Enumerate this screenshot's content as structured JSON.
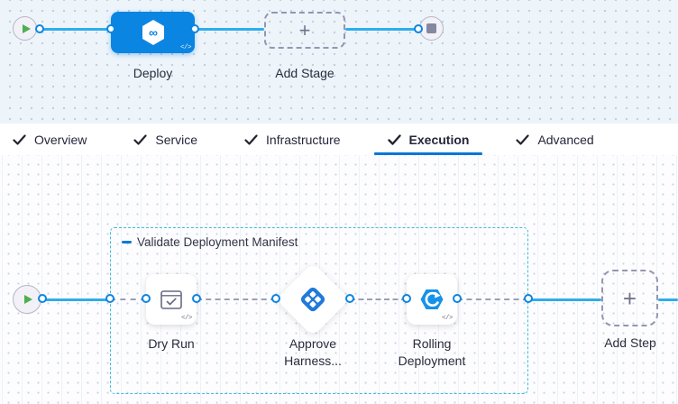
{
  "stage_flow": {
    "deploy": {
      "label": "Deploy",
      "icon": "harness-cd-infinity",
      "code_badge": "</>"
    },
    "add_stage": {
      "label": "Add Stage",
      "plus": "+"
    },
    "start_icon": "play-icon",
    "end_icon": "stop-icon"
  },
  "tabs": {
    "items": [
      {
        "label": "Overview",
        "checked": true,
        "active": false
      },
      {
        "label": "Service",
        "checked": true,
        "active": false
      },
      {
        "label": "Infrastructure",
        "checked": true,
        "active": false
      },
      {
        "label": "Execution",
        "checked": true,
        "active": true
      },
      {
        "label": "Advanced",
        "checked": true,
        "active": false
      }
    ]
  },
  "execution_flow": {
    "group": {
      "title": "Validate Deployment Manifest",
      "collapse_icon": "minus-dash"
    },
    "steps": [
      {
        "label": "Dry Run",
        "icon": "dry-run-check-window",
        "shape": "card",
        "code_badge": "</>"
      },
      {
        "label_line1": "Approve",
        "label_line2": "Harness...",
        "icon": "harness-approval-diamonds",
        "shape": "diamond"
      },
      {
        "label_line1": "Rolling",
        "label_line2": "Deployment",
        "icon": "rolling-deployment-hexagon",
        "shape": "card",
        "code_badge": "</>"
      }
    ],
    "add_step": {
      "label": "Add Step",
      "plus": "+"
    }
  },
  "colors": {
    "accent_blue": "#0278d5",
    "node_blue": "#0b85e2",
    "line_blue": "#2fadeb",
    "group_border_cyan": "#3cbbdd",
    "play_green": "#4daf4e",
    "dashed_connector_gray": "#9b9fb6",
    "text_dark": "#262736"
  }
}
